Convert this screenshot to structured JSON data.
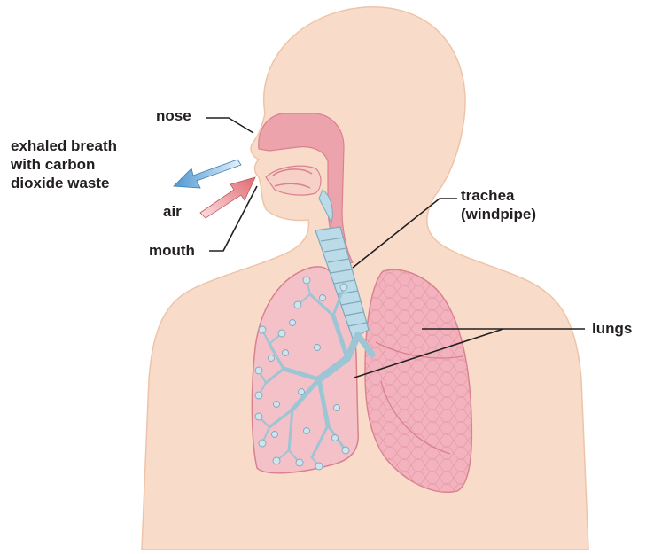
{
  "labels": {
    "nose": "nose",
    "exhaled": "exhaled breath\nwith carbon\ndioxide waste",
    "air": "air",
    "mouth": "mouth",
    "trachea": "trachea\n(windpipe)",
    "lungs": "lungs"
  },
  "colors": {
    "skin": "#f8dcc9",
    "skin_edge": "#eec4a8",
    "airway": "#eda3ac",
    "airway_dark": "#d9818f",
    "trachea": "#bcdbe8",
    "bronchi": "#b8d9e6",
    "lung_left": "#f3c1c7",
    "lung_right": "#f2b3be",
    "exhale_arrow": "#4f97d1",
    "inhale_arrow": "#e06a72",
    "leader": "#231f20"
  }
}
